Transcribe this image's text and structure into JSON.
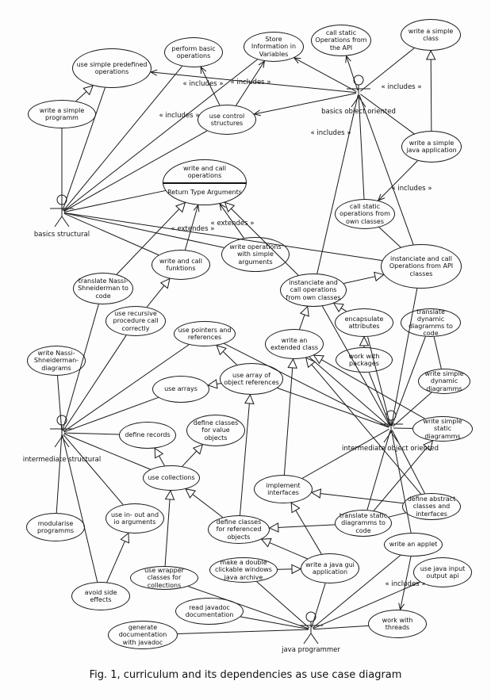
{
  "figure": {
    "caption": "Fig. 1, curriculum and its dependencies as use case diagram"
  },
  "diagram": {
    "type": "uml-use-case-diagram",
    "colors": {
      "stroke": "#1a1a1a",
      "background": "#fdfdfd"
    },
    "actors": [
      {
        "label": "basics structural"
      },
      {
        "label": "basics object oriented"
      },
      {
        "label": "intermediate structural"
      },
      {
        "label": "intermediate object oriented"
      },
      {
        "label": "java programmer"
      }
    ],
    "use_cases": [
      {
        "label": "use simple predefined operations"
      },
      {
        "label": "write a simple programm"
      },
      {
        "label": "perform basic operations"
      },
      {
        "label": "Store Information in Variables"
      },
      {
        "label": "call static Operations from the API"
      },
      {
        "label": "write a simple class"
      },
      {
        "label": "use control structures"
      },
      {
        "label": "write a simple java application"
      },
      {
        "label": "write and call operations",
        "sublabel": "Return Type Arguments"
      },
      {
        "label": "call static operations from own classes"
      },
      {
        "label": "write operations with simple arguments"
      },
      {
        "label": "write and call funktions"
      },
      {
        "label": "instanciate and call Operations from API classes"
      },
      {
        "label": "instanciate and call operations from own classes"
      },
      {
        "label": "translate Nassi-Shneiderman to code"
      },
      {
        "label": "use recursive procedure call correctly"
      },
      {
        "label": "use pointers and references"
      },
      {
        "label": "write Nassi-Shneiderman-diagrams"
      },
      {
        "label": "encapsulate attributes"
      },
      {
        "label": "translate dynamic diagramms to code"
      },
      {
        "label": "write an extended class"
      },
      {
        "label": "work with packages"
      },
      {
        "label": "use array of object references"
      },
      {
        "label": "use arrays"
      },
      {
        "label": "write simple dynamic diagramms"
      },
      {
        "label": "define records"
      },
      {
        "label": "define classes for value objects"
      },
      {
        "label": "write simple static diagramms"
      },
      {
        "label": "use collections"
      },
      {
        "label": "define abstract classes and interfaces"
      },
      {
        "label": "implement interfaces"
      },
      {
        "label": "use in- out and io arguments"
      },
      {
        "label": "modularise programms"
      },
      {
        "label": "translate static diagramms to code"
      },
      {
        "label": "define classes for referenced objects"
      },
      {
        "label": "write an applet"
      },
      {
        "label": "use java input output api"
      },
      {
        "label": "write a java gui application"
      },
      {
        "label": "use wrapper classes for collections"
      },
      {
        "label": "make a double clickable windows java archive"
      },
      {
        "label": "avoid side effects"
      },
      {
        "label": "read javadoc documentation"
      },
      {
        "label": "generate documentation with javadoc"
      },
      {
        "label": "work with threads"
      }
    ],
    "edge_labels": [
      {
        "text": "« includes »"
      },
      {
        "text": "« includes »"
      },
      {
        "text": "« includes »"
      },
      {
        "text": "« includes »"
      },
      {
        "text": "« includes »"
      },
      {
        "text": "« includes »"
      },
      {
        "text": "« extendes »"
      },
      {
        "text": "« extendes »"
      },
      {
        "text": "« includes »"
      }
    ]
  }
}
